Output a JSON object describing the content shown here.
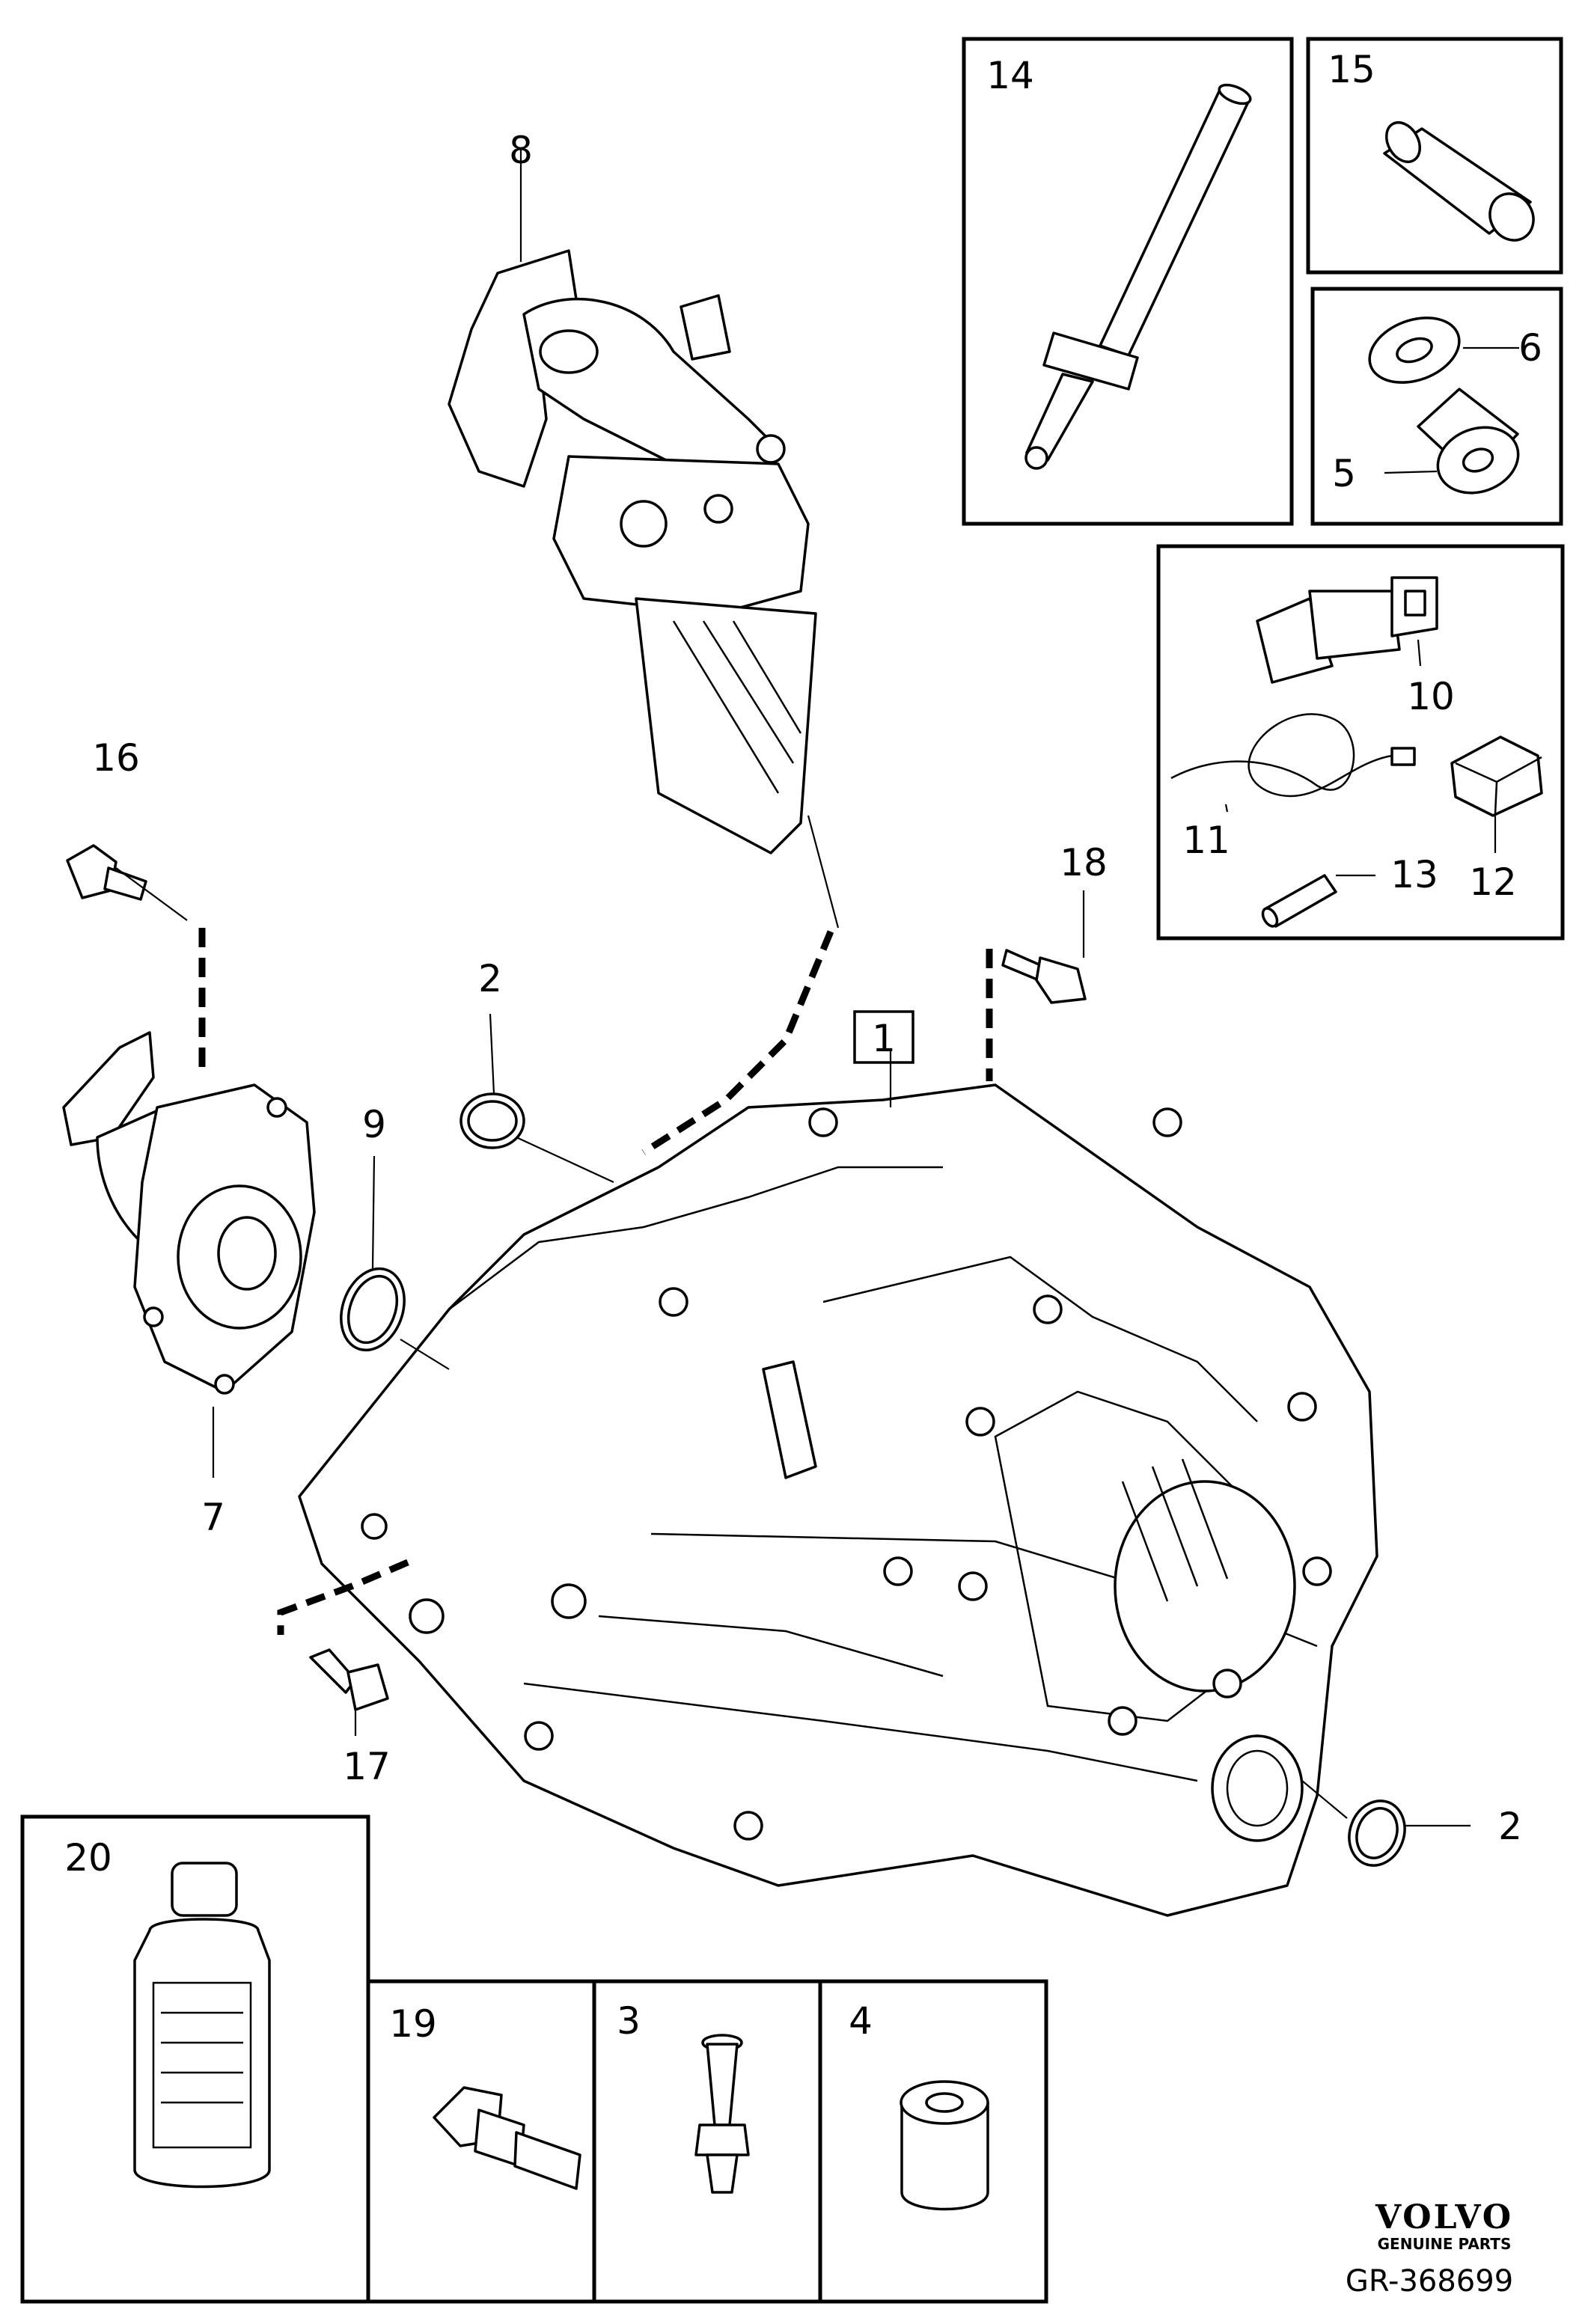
{
  "callouts": {
    "c1": "1",
    "c2a": "2",
    "c2b": "2",
    "c3": "3",
    "c4": "4",
    "c5": "5",
    "c6": "6",
    "c7": "7",
    "c8": "8",
    "c9": "9",
    "c10": "10",
    "c11": "11",
    "c12": "12",
    "c13": "13",
    "c14": "14",
    "c15": "15",
    "c16": "16",
    "c17": "17",
    "c18": "18",
    "c19": "19",
    "c20": "20"
  },
  "brand": {
    "name": "VOLVO",
    "tagline": "GENUINE PARTS"
  },
  "figure_id": "GR-368699"
}
